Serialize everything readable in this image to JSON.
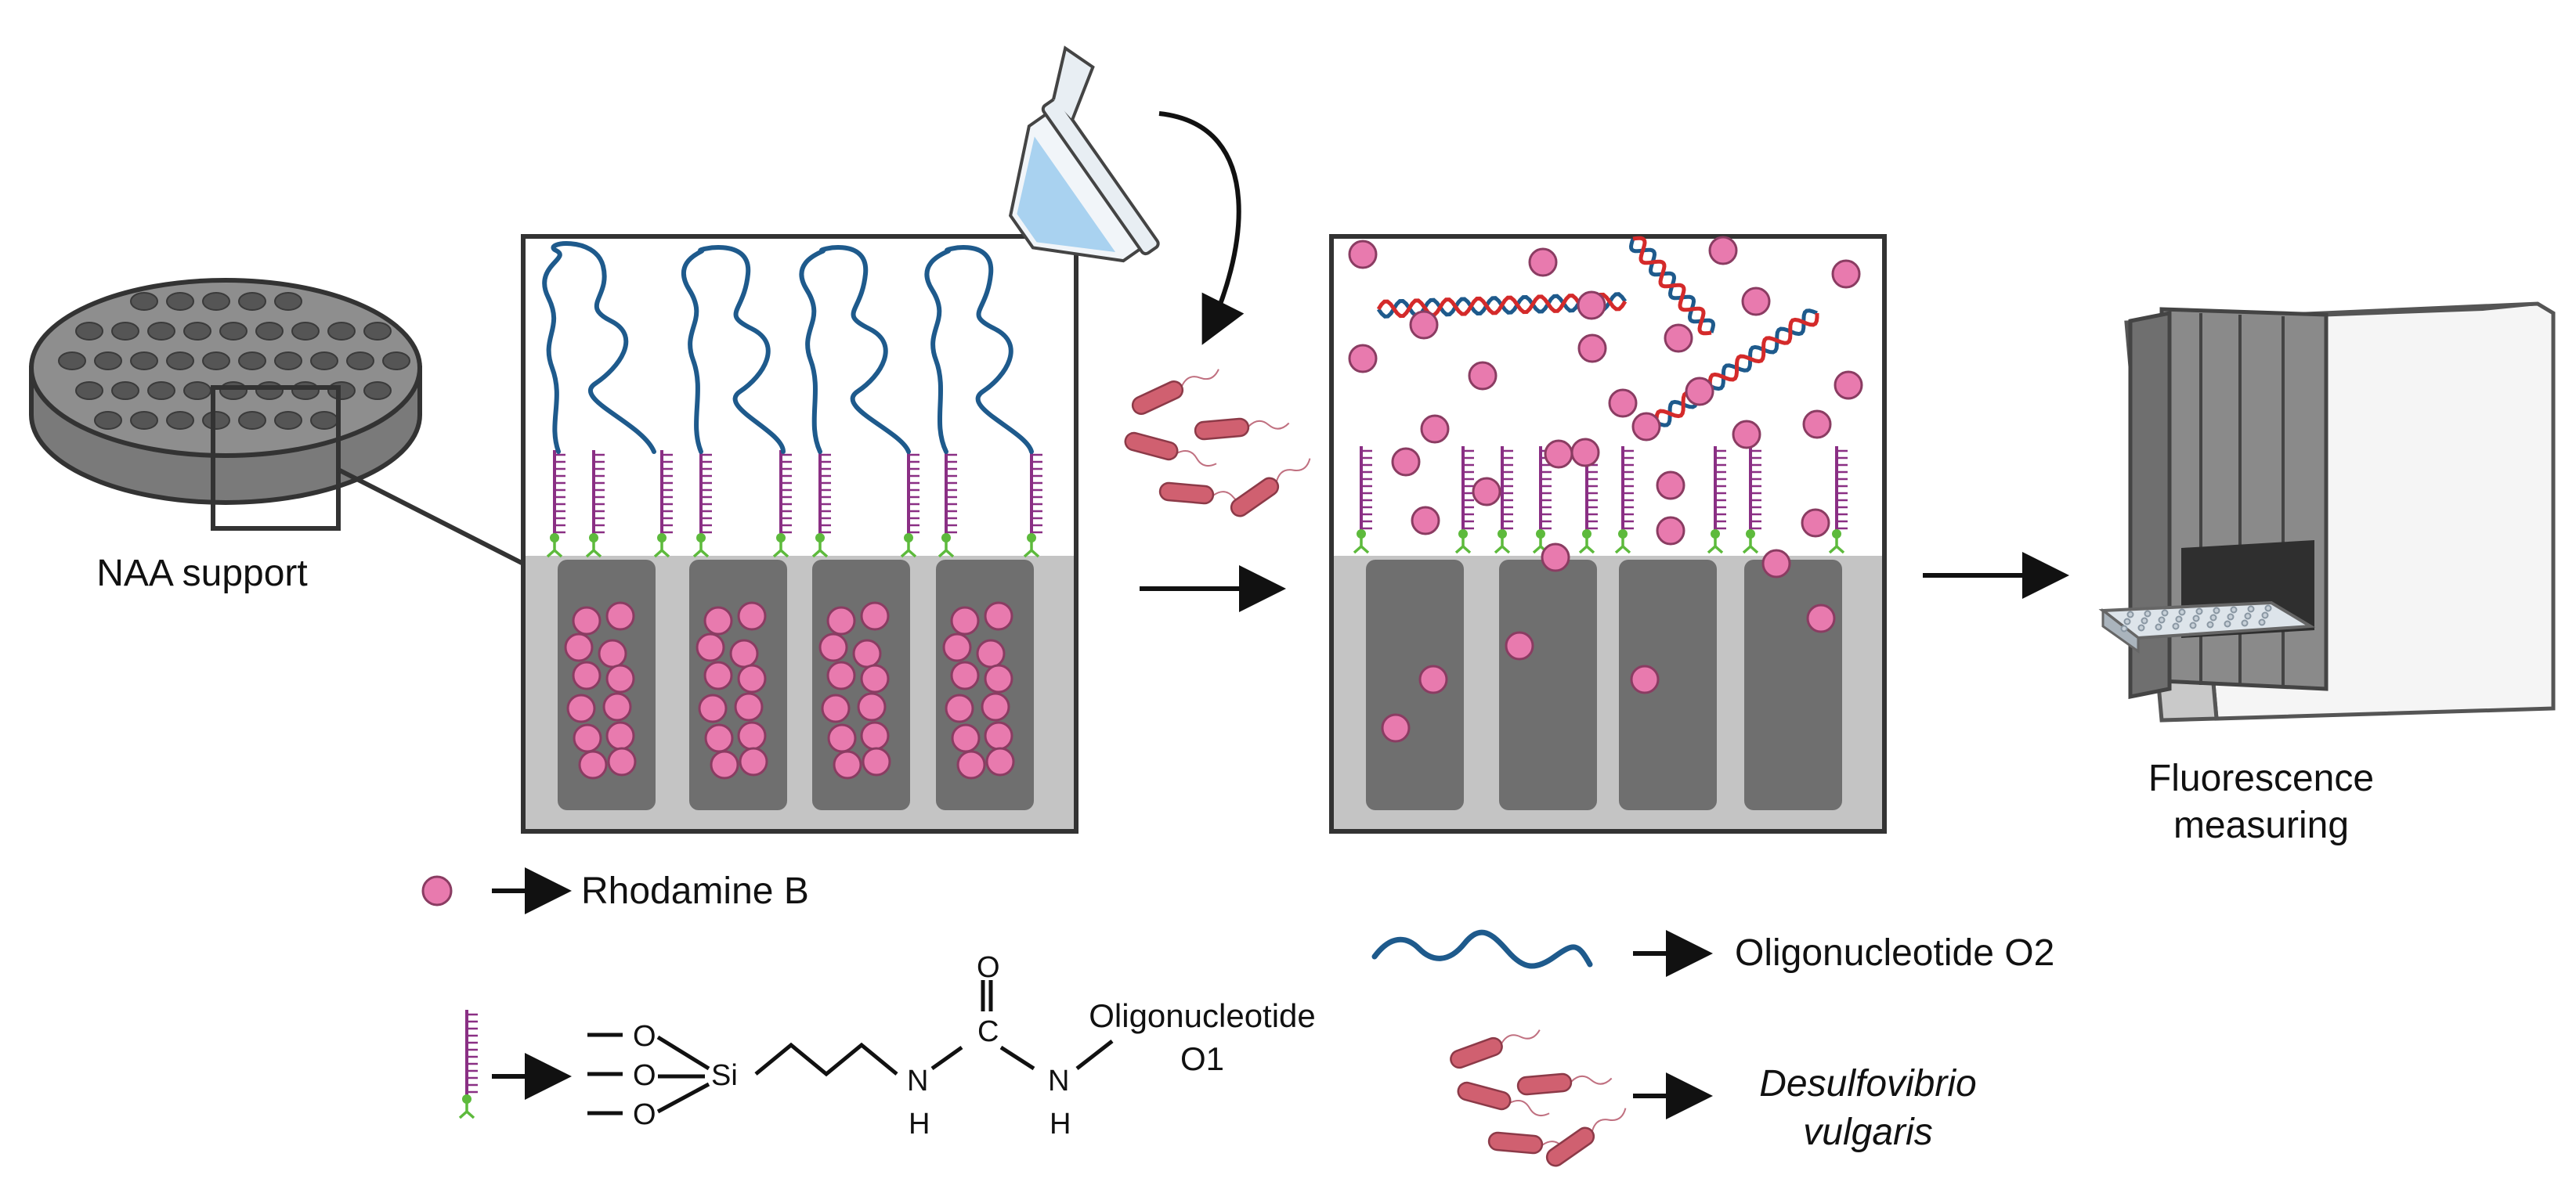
{
  "labels": {
    "naa_support": "NAA support",
    "fluorescence_line1": "Fluorescence",
    "fluorescence_line2": "measuring",
    "rhodamine": "Rhodamine B",
    "oligo_o2": "Oligonucleotide O2",
    "oligo_o1_line1": "Oligonucleotide",
    "oligo_o1_line2": "O1",
    "bacteria_line1": "Desulfovibrio",
    "bacteria_line2": "vulgaris"
  },
  "chemistry": {
    "oxygen": "O",
    "silicon": "Si",
    "carbon": "C",
    "nitrogen": "N",
    "hydrogen": "H"
  },
  "colors": {
    "rhodamine_pink": "#e87aae",
    "oligo_blue": "#1e5a8c",
    "dna_red": "#d42a2a",
    "linker_purple": "#8a2f84",
    "anchor_green": "#5dba3c",
    "pore_dark": "#6f6f6f",
    "matrix_light": "#c4c4c4",
    "bacteria": "#d06070"
  }
}
